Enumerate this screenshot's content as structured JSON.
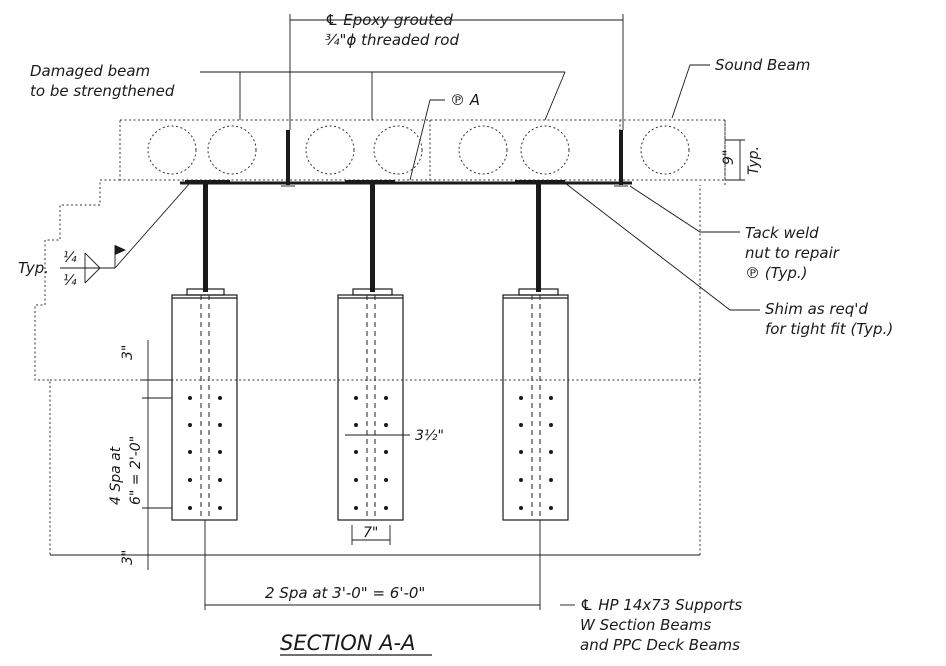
{
  "labels": {
    "epoxy_line1": "℄ Epoxy grouted",
    "epoxy_line2": "¾\"ϕ threaded rod",
    "damaged_line1": "Damaged beam",
    "damaged_line2": "to be strengthened",
    "sound_beam": "Sound Beam",
    "plate_a": "℗ A",
    "typ_9": "9\"",
    "typ_9b": "Typ.",
    "tack_line1": "Tack weld",
    "tack_line2": "nut to repair",
    "tack_line3": "℗ (Typ.)",
    "shim_line1": "Shim as req'd",
    "shim_line2": "for tight fit (Typ.)",
    "weld_typ": "Typ.",
    "weld_top": "¼",
    "weld_bottom": "¼",
    "dim_3_top": "3\"",
    "dim_3_bottom": "3\"",
    "dim_spa_line1": "4 Spa at",
    "dim_spa_line2": "6\" = 2'-0\"",
    "dim_3_half": "3½\"",
    "dim_7": "7\"",
    "dim_2spa": "2 Spa at 3'-0\" = 6'-0\"",
    "hp_line1": "℄ HP 14x73 Supports",
    "hp_line2": "W Section Beams",
    "hp_line3": "and PPC Deck Beams"
  },
  "title": "SECTION A-A"
}
